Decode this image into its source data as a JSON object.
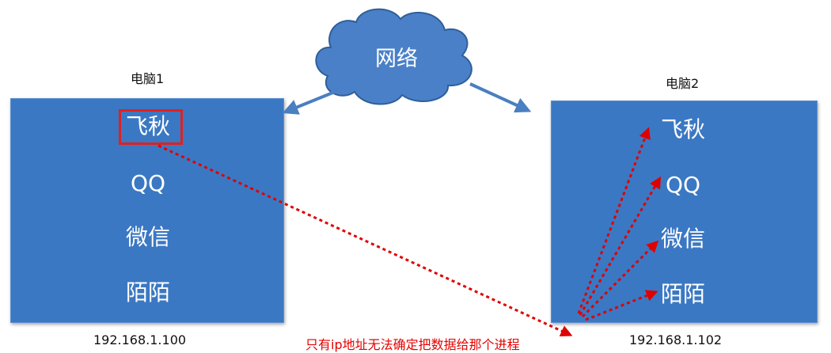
{
  "cloud": {
    "label": "网络"
  },
  "computer1": {
    "title": "电脑1",
    "ip": "192.168.1.100",
    "apps": [
      "飞秋",
      "QQ",
      "微信",
      "陌陌"
    ]
  },
  "computer2": {
    "title": "电脑2",
    "ip": "192.168.1.102",
    "apps": [
      "飞秋",
      "QQ",
      "微信",
      "陌陌"
    ]
  },
  "note": "只有ip地址无法确定把数据给那个进程",
  "colors": {
    "box": "#3b78c3",
    "cloud": "#4a80c8",
    "arrow_dotted": "#e00000",
    "highlight": "#e02020",
    "connector": "#4a7fc0"
  }
}
